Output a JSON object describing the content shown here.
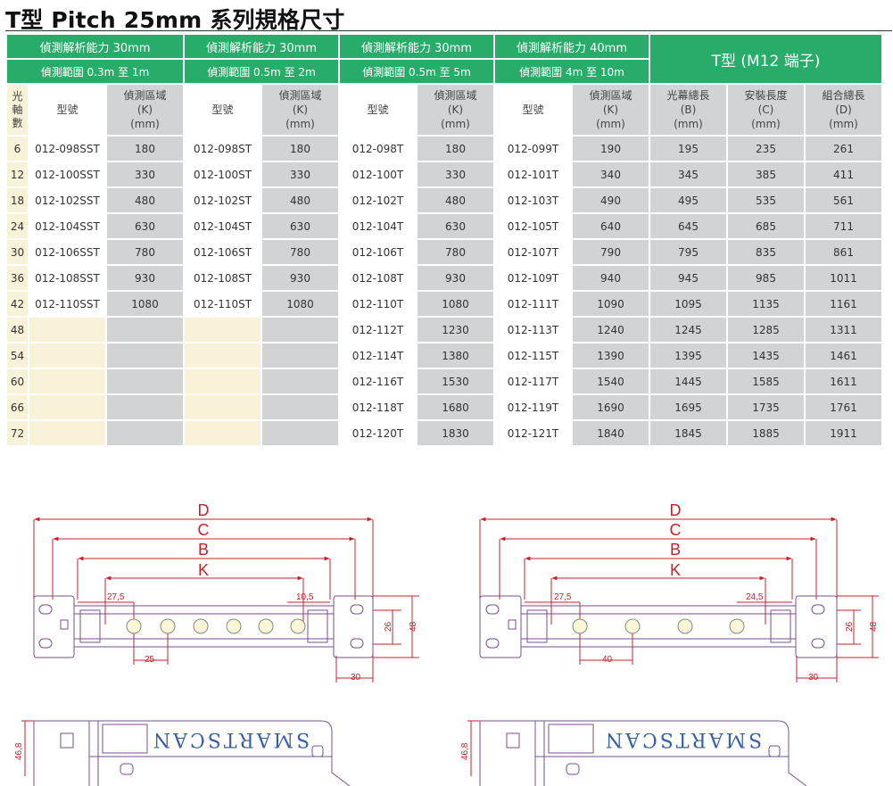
{
  "title": "T型 Pitch 25mm 系列規格尺寸",
  "groups": [
    {
      "resolution": "偵測解析能力 30mm",
      "range": "偵測範圍 0.3m 至 1m"
    },
    {
      "resolution": "偵測解析能力 30mm",
      "range": "偵測範圍 0.5m 至 2m"
    },
    {
      "resolution": "偵測解析能力 30mm",
      "range": "偵測範圍 0.5m 至 5m"
    },
    {
      "resolution": "偵測解析能力 40mm",
      "range": "偵測範圍 4m 至 10m"
    }
  ],
  "right_group": "T型 (M12 端子)",
  "col_headers": {
    "axes": [
      "光",
      "軸",
      "數"
    ],
    "model": "型號",
    "area": [
      "偵測區域",
      "(K)",
      "(mm)"
    ],
    "total": [
      "光幕總長",
      "(B)",
      "(mm)"
    ],
    "install": [
      "安裝長度",
      "(C)",
      "(mm)"
    ],
    "combined": [
      "組合總長",
      "(D)",
      "(mm)"
    ]
  },
  "rows": [
    {
      "axes": "6",
      "m1": "012-098SST",
      "k1": "180",
      "m2": "012-098ST",
      "k2": "180",
      "m3": "012-098T",
      "k3": "180",
      "m4": "012-099T",
      "k4": "190",
      "b": "195",
      "c": "235",
      "d": "261"
    },
    {
      "axes": "12",
      "m1": "012-100SST",
      "k1": "330",
      "m2": "012-100ST",
      "k2": "330",
      "m3": "012-100T",
      "k3": "330",
      "m4": "012-101T",
      "k4": "340",
      "b": "345",
      "c": "385",
      "d": "411"
    },
    {
      "axes": "18",
      "m1": "012-102SST",
      "k1": "480",
      "m2": "012-102ST",
      "k2": "480",
      "m3": "012-102T",
      "k3": "480",
      "m4": "012-103T",
      "k4": "490",
      "b": "495",
      "c": "535",
      "d": "561"
    },
    {
      "axes": "24",
      "m1": "012-104SST",
      "k1": "630",
      "m2": "012-104ST",
      "k2": "630",
      "m3": "012-104T",
      "k3": "630",
      "m4": "012-105T",
      "k4": "640",
      "b": "645",
      "c": "685",
      "d": "711"
    },
    {
      "axes": "30",
      "m1": "012-106SST",
      "k1": "780",
      "m2": "012-106ST",
      "k2": "780",
      "m3": "012-106T",
      "k3": "780",
      "m4": "012-107T",
      "k4": "790",
      "b": "795",
      "c": "835",
      "d": "861"
    },
    {
      "axes": "36",
      "m1": "012-108SST",
      "k1": "930",
      "m2": "012-108ST",
      "k2": "930",
      "m3": "012-108T",
      "k3": "930",
      "m4": "012-109T",
      "k4": "940",
      "b": "945",
      "c": "985",
      "d": "1011"
    },
    {
      "axes": "42",
      "m1": "012-110SST",
      "k1": "1080",
      "m2": "012-110ST",
      "k2": "1080",
      "m3": "012-110T",
      "k3": "1080",
      "m4": "012-111T",
      "k4": "1090",
      "b": "1095",
      "c": "1135",
      "d": "1161"
    },
    {
      "axes": "48",
      "m1": "",
      "k1": "",
      "m2": "",
      "k2": "",
      "m3": "012-112T",
      "k3": "1230",
      "m4": "012-113T",
      "k4": "1240",
      "b": "1245",
      "c": "1285",
      "d": "1311"
    },
    {
      "axes": "54",
      "m1": "",
      "k1": "",
      "m2": "",
      "k2": "",
      "m3": "012-114T",
      "k3": "1380",
      "m4": "012-115T",
      "k4": "1390",
      "b": "1395",
      "c": "1435",
      "d": "1461"
    },
    {
      "axes": "60",
      "m1": "",
      "k1": "",
      "m2": "",
      "k2": "",
      "m3": "012-116T",
      "k3": "1530",
      "m4": "012-117T",
      "k4": "1540",
      "b": "1445",
      "c": "1585",
      "d": "1611"
    },
    {
      "axes": "66",
      "m1": "",
      "k1": "",
      "m2": "",
      "k2": "",
      "m3": "012-118T",
      "k3": "1680",
      "m4": "012-119T",
      "k4": "1690",
      "b": "1695",
      "c": "1735",
      "d": "1761"
    },
    {
      "axes": "72",
      "m1": "",
      "k1": "",
      "m2": "",
      "k2": "",
      "m3": "012-120T",
      "k3": "1830",
      "m4": "012-121T",
      "k4": "1840",
      "b": "1845",
      "c": "1885",
      "d": "1911"
    }
  ],
  "drawings": {
    "letters": [
      "D",
      "C",
      "B",
      "K"
    ],
    "left": {
      "dim_left": "27,5",
      "dim_right": "10,5",
      "pitch": "25",
      "bracket_h": "26",
      "total_h": "48",
      "bracket_w": "30"
    },
    "right": {
      "dim_left": "27,5",
      "dim_right": "24,5",
      "pitch": "40",
      "bracket_h": "26",
      "total_h": "48",
      "bracket_w": "30"
    },
    "side_height": "46,8",
    "logo_text": "SMARTSCAN"
  },
  "colors": {
    "header_green": "#27ad69",
    "grey_cell": "#d2d3d5",
    "cream_cell": "#f7f2d8",
    "drawing_red": "#c8202a",
    "outline_purple": "#7a4f8f"
  }
}
